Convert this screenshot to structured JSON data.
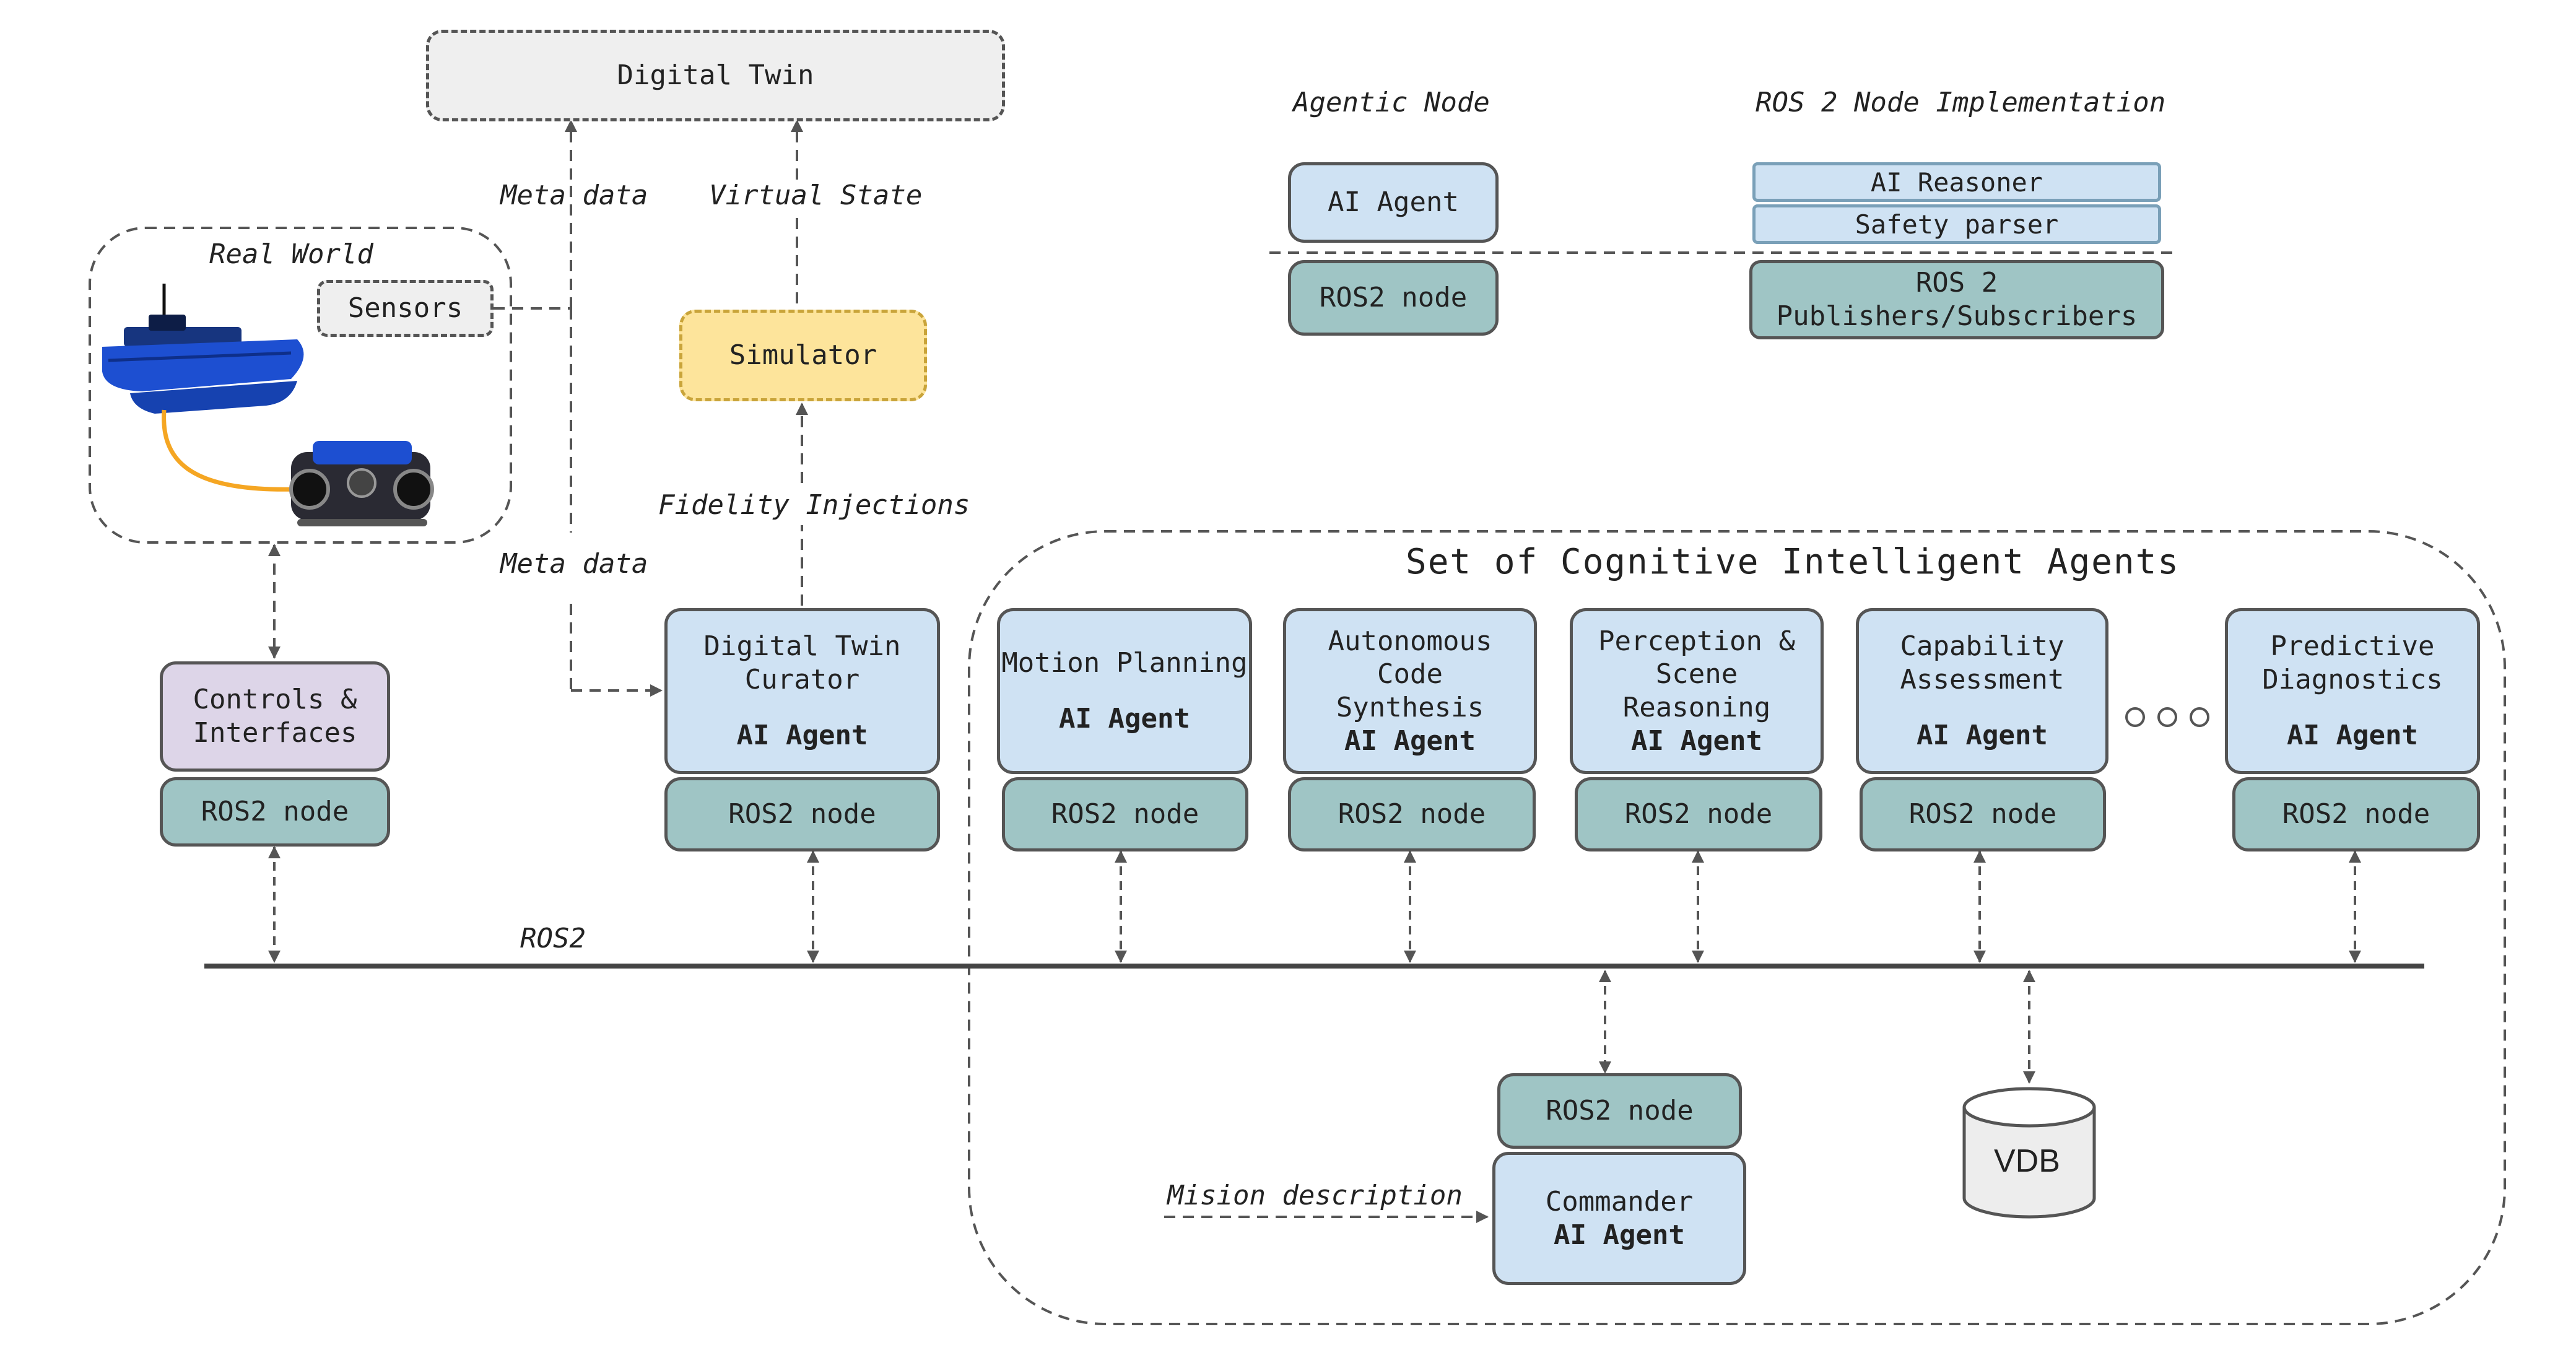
{
  "legend": {
    "agentic_node_title": "Agentic Node",
    "impl_title": "ROS 2 Node Implementation",
    "ai_agent": "AI Agent",
    "ros2_node": "ROS2 node",
    "ai_reasoner": "AI Reasoner",
    "safety_parser": "Safety parser",
    "pubsub": "ROS 2 Publishers/Subscribers"
  },
  "top": {
    "digital_twin": "Digital Twin",
    "meta_data_top": "Meta data",
    "virtual_state": "Virtual State",
    "simulator": "Simulator",
    "fidelity_injections": "Fidelity Injections",
    "meta_data_bottom": "Meta data"
  },
  "real_world": {
    "title": "Real World",
    "sensors": "Sensors"
  },
  "controls": {
    "label": "Controls & Interfaces",
    "ros2": "ROS2 node"
  },
  "curator": {
    "label": "Digital Twin Curator",
    "agent": "AI Agent",
    "ros2": "ROS2 node"
  },
  "group_title": "Set of Cognitive Intelligent Agents",
  "agents": [
    {
      "label": "Motion Planning",
      "agent": "AI Agent",
      "ros2": "ROS2 node"
    },
    {
      "label": "Autonomous Code Synthesis",
      "agent": "AI Agent",
      "ros2": "ROS2 node"
    },
    {
      "label": "Perception & Scene Reasoning",
      "agent": "AI Agent",
      "ros2": "ROS2 node"
    },
    {
      "label": "Capability Assessment",
      "agent": "AI Agent",
      "ros2": "ROS2 node"
    },
    {
      "label": "Predictive Diagnostics",
      "agent": "AI Agent",
      "ros2": "ROS2 node"
    }
  ],
  "bus_label": "ROS2",
  "commander": {
    "ros2": "ROS2 node",
    "label": "Commander",
    "agent": "AI Agent",
    "mission": "Mision description"
  },
  "vdb": "VDB",
  "colors": {
    "agent_blue": "#cfe2f3",
    "ros_teal": "#9fc5c5",
    "controls_purple": "#ddd5e8",
    "simulator_yellow": "#fde49b",
    "twin_grey": "#efefef",
    "boat_blue": "#1d4fd1",
    "tether_orange": "#f5a623"
  }
}
